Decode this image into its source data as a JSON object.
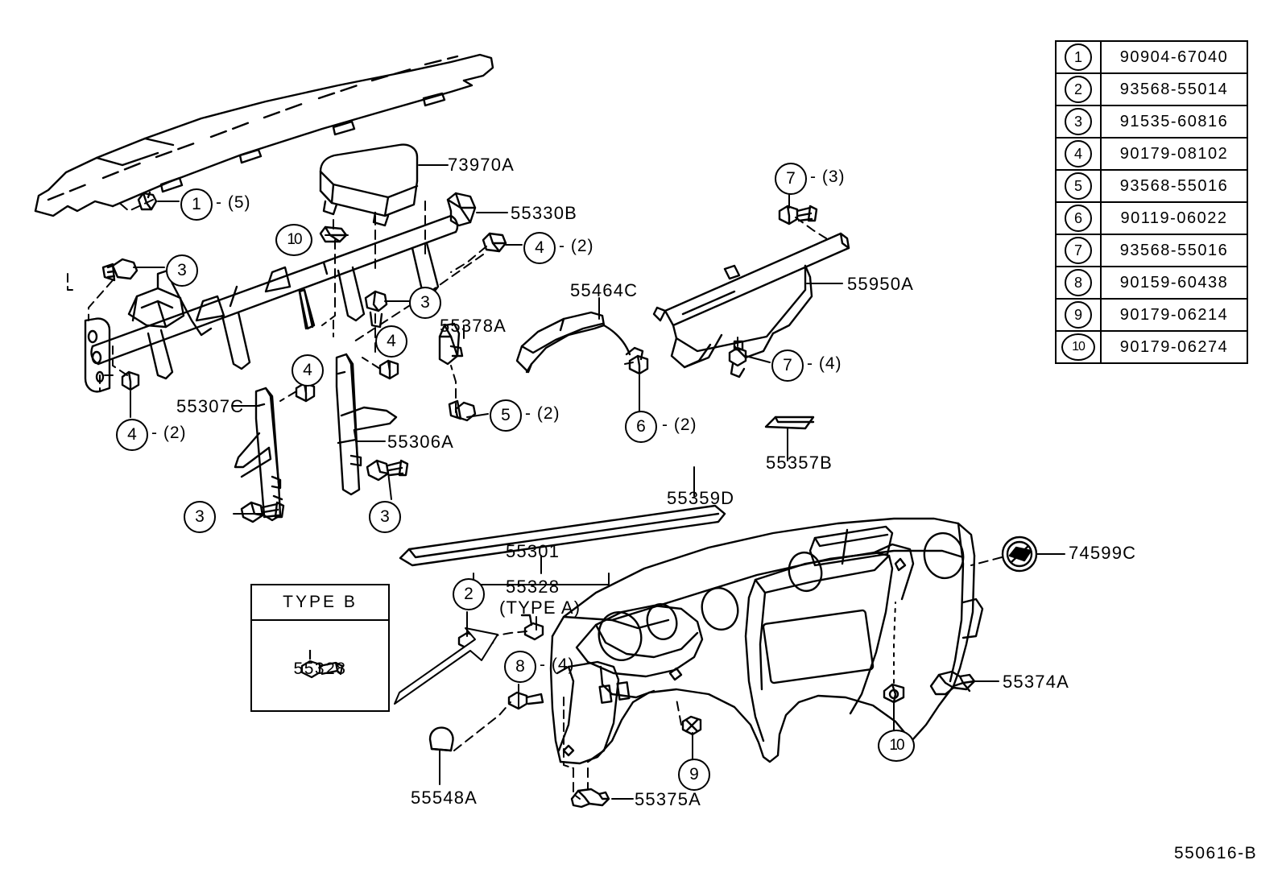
{
  "diagram": {
    "code": "550616-B",
    "inset": {
      "title": "TYPE  B",
      "part": "55328"
    },
    "part_labels": [
      {
        "id": "73970A",
        "text": "73970A"
      },
      {
        "id": "55330B",
        "text": "55330B"
      },
      {
        "id": "55464C",
        "text": "55464C"
      },
      {
        "id": "55950A",
        "text": "55950A"
      },
      {
        "id": "55378A",
        "text": "55378A"
      },
      {
        "id": "55307C",
        "text": "55307C"
      },
      {
        "id": "55306A",
        "text": "55306A"
      },
      {
        "id": "55357B",
        "text": "55357B"
      },
      {
        "id": "55359D",
        "text": "55359D"
      },
      {
        "id": "55301",
        "text": "55301"
      },
      {
        "id": "55328A",
        "text": "55328"
      },
      {
        "id": "55328A_type",
        "text": "(TYPE  A)"
      },
      {
        "id": "55548A",
        "text": "55548A"
      },
      {
        "id": "55375A",
        "text": "55375A"
      },
      {
        "id": "55374A",
        "text": "55374A"
      },
      {
        "id": "74599C",
        "text": "74599C"
      }
    ],
    "callouts": [
      {
        "id": "c1",
        "num": "1",
        "qty": "- (5)"
      },
      {
        "id": "c3a",
        "num": "3",
        "qty": ""
      },
      {
        "id": "c3b",
        "num": "3",
        "qty": ""
      },
      {
        "id": "c3c",
        "num": "3",
        "qty": ""
      },
      {
        "id": "c3d",
        "num": "3",
        "qty": ""
      },
      {
        "id": "c4a",
        "num": "4",
        "qty": "- (2)"
      },
      {
        "id": "c4b",
        "num": "4",
        "qty": "- (2)"
      },
      {
        "id": "c4c",
        "num": "4",
        "qty": ""
      },
      {
        "id": "c4d",
        "num": "4",
        "qty": ""
      },
      {
        "id": "c5",
        "num": "5",
        "qty": "- (2)"
      },
      {
        "id": "c6",
        "num": "6",
        "qty": "- (2)"
      },
      {
        "id": "c7a",
        "num": "7",
        "qty": "- (3)"
      },
      {
        "id": "c7b",
        "num": "7",
        "qty": "- (4)"
      },
      {
        "id": "c8",
        "num": "8",
        "qty": "- (4)"
      },
      {
        "id": "c9",
        "num": "9",
        "qty": ""
      },
      {
        "id": "c10a",
        "num": "10",
        "qty": ""
      },
      {
        "id": "c10b",
        "num": "10",
        "qty": ""
      },
      {
        "id": "c2",
        "num": "2",
        "qty": ""
      }
    ]
  },
  "parts_table": {
    "rows": [
      {
        "num": "1",
        "code": "90904-67040"
      },
      {
        "num": "2",
        "code": "93568-55014"
      },
      {
        "num": "3",
        "code": "91535-60816"
      },
      {
        "num": "4",
        "code": "90179-08102"
      },
      {
        "num": "5",
        "code": "93568-55016"
      },
      {
        "num": "6",
        "code": "90119-06022"
      },
      {
        "num": "7",
        "code": "93568-55016"
      },
      {
        "num": "8",
        "code": "90159-60438"
      },
      {
        "num": "9",
        "code": "90179-06214"
      },
      {
        "num": "10",
        "code": "90179-06274"
      }
    ]
  }
}
